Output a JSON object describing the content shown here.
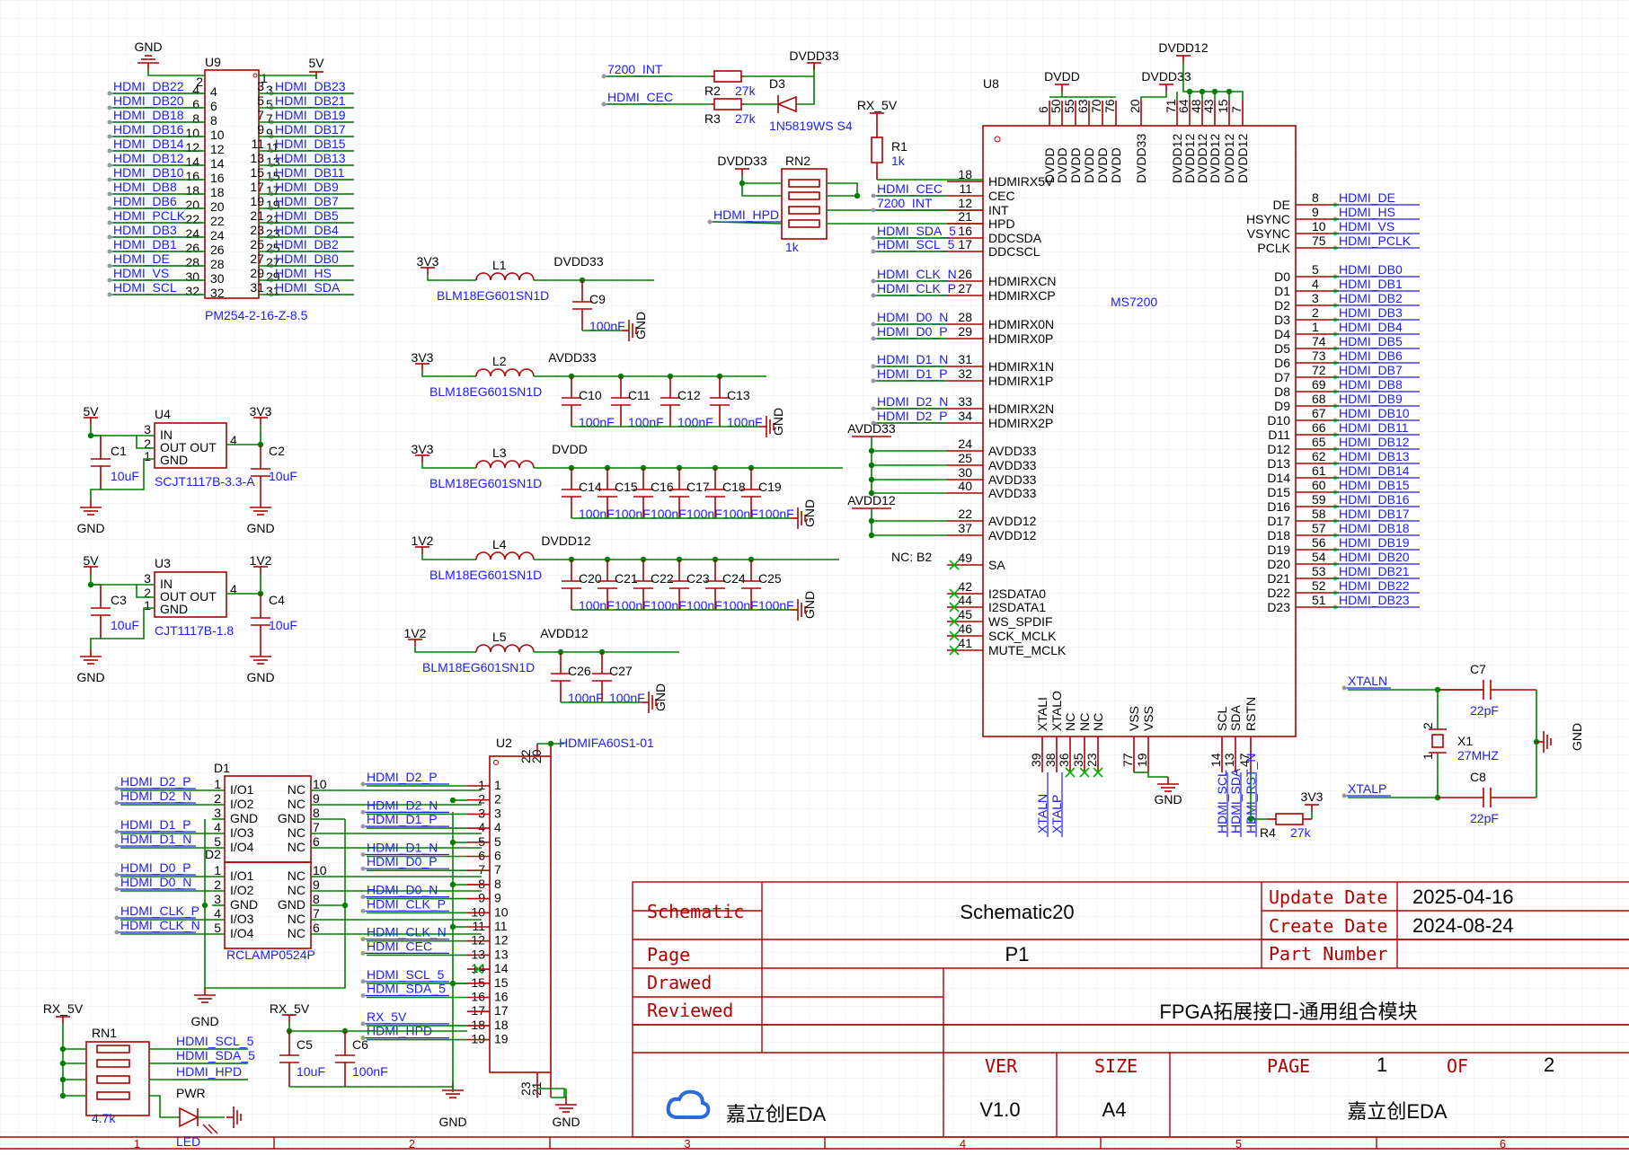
{
  "title_block": {
    "schematic_label": "Schematic",
    "schematic_name": "Schematic20",
    "page_label": "Page",
    "page_name": "P1",
    "drawed_label": "Drawed",
    "reviewed_label": "Reviewed",
    "update_date_label": "Update Date",
    "update_date": "2025-04-16",
    "create_date_label": "Create Date",
    "create_date": "2024-08-24",
    "part_number_label": "Part Number",
    "project_title": "FPGA拓展接口-通用组合模块",
    "ver_label": "VER",
    "ver": "V1.0",
    "size_label": "SIZE",
    "size": "A4",
    "page_num_label": "PAGE",
    "page_num": "1",
    "of_label": "OF",
    "of_num": "2",
    "logo_text": "嘉立创EDA",
    "company": "嘉立创EDA"
  },
  "border_columns": [
    "1",
    "2",
    "3",
    "4",
    "5",
    "6"
  ],
  "u9": {
    "ref": "U9",
    "part": "PM254-2-16-Z-8.5",
    "gnd": "GND",
    "vcc": "5V",
    "left_nets": [
      "HDMI_DB22",
      "HDMI_DB20",
      "HDMI_DB18",
      "HDMI_DB16",
      "HDMI_DB14",
      "HDMI_DB12",
      "HDMI_DB10",
      "HDMI_DB8",
      "HDMI_DB6",
      "HDMI_PCLK",
      "HDMI_DB3",
      "HDMI_DB1",
      "HDMI_DE",
      "HDMI_VS",
      "HDMI_SCL"
    ],
    "left_pins": [
      "4",
      "6",
      "8",
      "10",
      "12",
      "14",
      "16",
      "18",
      "20",
      "22",
      "24",
      "26",
      "28",
      "30",
      "32"
    ],
    "right_nets": [
      "HDMI_DB23",
      "HDMI_DB21",
      "HDMI_DB19",
      "HDMI_DB17",
      "HDMI_DB15",
      "HDMI_DB13",
      "HDMI_DB11",
      "HDMI_DB9",
      "HDMI_DB7",
      "HDMI_DB5",
      "HDMI_DB4",
      "HDMI_DB2",
      "HDMI_DB0",
      "HDMI_HS",
      "HDMI_SDA"
    ],
    "right_pins": [
      "3",
      "5",
      "7",
      "9",
      "11",
      "13",
      "15",
      "17",
      "19",
      "21",
      "23",
      "25",
      "27",
      "29",
      "31"
    ],
    "inner_left": [
      "2",
      "4",
      "6",
      "8",
      "10",
      "12",
      "14",
      "16",
      "18",
      "20",
      "22",
      "24",
      "26",
      "28",
      "30",
      "32"
    ],
    "inner_right": [
      "1",
      "3",
      "5",
      "7",
      "9",
      "11",
      "13",
      "15",
      "17",
      "19",
      "21",
      "23",
      "25",
      "27",
      "29",
      "31"
    ],
    "top_left_pin": "2",
    "top_right_pin": "1"
  },
  "regulators": [
    {
      "ref": "U4",
      "part": "SCJT1117B-3.3-A",
      "vin": "5V",
      "vout": "3V3",
      "cin": "C1",
      "cin_val": "10uF",
      "cout": "C2",
      "cout_val": "10uF",
      "gnd": "GND",
      "pins": [
        "IN",
        "OUT OUT",
        "GND"
      ],
      "pnum": [
        "3",
        "2",
        "1",
        "4"
      ]
    },
    {
      "ref": "U3",
      "part": "CJT1117B-1.8",
      "vin": "5V",
      "vout": "1V2",
      "cin": "C3",
      "cin_val": "10uF",
      "cout": "C4",
      "cout_val": "10uF",
      "gnd": "GND",
      "pins": [
        "IN",
        "OUT OUT",
        "GND"
      ],
      "pnum": [
        "3",
        "2",
        "1",
        "4"
      ]
    }
  ],
  "cec": {
    "net1": "7200_INT",
    "net2": "HDMI_CEC",
    "r2": "R2",
    "r2_val": "27k",
    "r3": "R3",
    "r3_val": "27k",
    "d3": "D3",
    "d3_part": "1N5819WS S4",
    "supply": "DVDD33"
  },
  "rn2": {
    "ref": "RN2",
    "val": "1k",
    "supply": "DVDD33",
    "net": "HDMI_HPD"
  },
  "r1": {
    "ref": "R1",
    "val": "1k",
    "supply": "RX_5V"
  },
  "filters": [
    {
      "in": "3V3",
      "ref": "L1",
      "out": "DVDD33",
      "part": "BLM18EG601SN1D",
      "caps": [
        {
          "ref": "C9",
          "val": "100nF"
        }
      ],
      "gnd": "GND"
    },
    {
      "in": "3V3",
      "ref": "L2",
      "out": "AVDD33",
      "part": "BLM18EG601SN1D",
      "caps": [
        {
          "ref": "C10",
          "val": "100nF"
        },
        {
          "ref": "C11",
          "val": "100nF"
        },
        {
          "ref": "C12",
          "val": "100nF"
        },
        {
          "ref": "C13",
          "val": "100nF"
        }
      ],
      "gnd": "GND"
    },
    {
      "in": "3V3",
      "ref": "L3",
      "out": "DVDD",
      "part": "BLM18EG601SN1D",
      "caps": [
        {
          "ref": "C14",
          "val": "100nF"
        },
        {
          "ref": "C15",
          "val": "100nF"
        },
        {
          "ref": "C16",
          "val": "100nF"
        },
        {
          "ref": "C17",
          "val": "100nF"
        },
        {
          "ref": "C18",
          "val": "100nF"
        },
        {
          "ref": "C19",
          "val": "100nF"
        }
      ],
      "gnd": "GND"
    },
    {
      "in": "1V2",
      "ref": "L4",
      "out": "DVDD12",
      "part": "BLM18EG601SN1D",
      "caps": [
        {
          "ref": "C20",
          "val": "100nF"
        },
        {
          "ref": "C21",
          "val": "100nF"
        },
        {
          "ref": "C22",
          "val": "100nF"
        },
        {
          "ref": "C23",
          "val": "100nF"
        },
        {
          "ref": "C24",
          "val": "100nF"
        },
        {
          "ref": "C25",
          "val": "100nF"
        }
      ],
      "gnd": "GND"
    },
    {
      "in": "1V2",
      "ref": "L5",
      "out": "AVDD12",
      "part": "BLM18EG601SN1D",
      "caps": [
        {
          "ref": "C26",
          "val": "100nF"
        },
        {
          "ref": "C27",
          "val": "100nF"
        }
      ],
      "gnd": "GND"
    }
  ],
  "u8": {
    "ref": "U8",
    "part": "MS7200",
    "top_pwr": [
      {
        "name": "DVDD",
        "pins": [
          "6",
          "50",
          "55",
          "63",
          "70",
          "76"
        ]
      },
      {
        "name": "DVDD33",
        "pins": [
          "20"
        ]
      },
      {
        "name": "DVDD12",
        "pins": [
          "71",
          "64",
          "48",
          "43",
          "15",
          "7"
        ]
      }
    ],
    "top_labels": [
      "DVDD",
      "DVDD",
      "DVDD",
      "DVDD",
      "DVDD",
      "DVDD",
      "DVDD33",
      "DVDD12",
      "DVDD12",
      "DVDD12",
      "DVDD12",
      "DVDD12",
      "DVDD12"
    ],
    "top_pins": [
      "6",
      "50",
      "55",
      "63",
      "70",
      "76",
      "20",
      "71",
      "64",
      "48",
      "43",
      "15",
      "7"
    ],
    "left": [
      {
        "net": "",
        "pin": "18",
        "name": "HDMIRX5V"
      },
      {
        "net": "HDMI_CEC",
        "pin": "11",
        "name": "CEC"
      },
      {
        "net": "7200_INT",
        "pin": "12",
        "name": "INT"
      },
      {
        "net": "",
        "pin": "21",
        "name": "HPD"
      },
      {
        "net": "HDMI_SDA_5",
        "pin": "16",
        "name": "DDCSDA"
      },
      {
        "net": "HDMI_SCL_5",
        "pin": "17",
        "name": "DDCSCL"
      },
      {
        "net": "HDMI_CLK_N",
        "pin": "26",
        "name": "HDMIRXCN"
      },
      {
        "net": "HDMI_CLK_P",
        "pin": "27",
        "name": "HDMIRXCP"
      },
      {
        "net": "HDMI_D0_N",
        "pin": "28",
        "name": "HDMIRX0N"
      },
      {
        "net": "HDMI_D0_P",
        "pin": "29",
        "name": "HDMIRX0P"
      },
      {
        "net": "HDMI_D1_N",
        "pin": "31",
        "name": "HDMIRX1N"
      },
      {
        "net": "HDMI_D1_P",
        "pin": "32",
        "name": "HDMIRX1P"
      },
      {
        "net": "HDMI_D2_N",
        "pin": "33",
        "name": "HDMIRX2N"
      },
      {
        "net": "HDMI_D2_P",
        "pin": "34",
        "name": "HDMIRX2P"
      },
      {
        "net": "",
        "pin": "24",
        "name": "AVDD33"
      },
      {
        "net": "",
        "pin": "25",
        "name": "AVDD33"
      },
      {
        "net": "",
        "pin": "30",
        "name": "AVDD33"
      },
      {
        "net": "",
        "pin": "40",
        "name": "AVDD33"
      },
      {
        "net": "",
        "pin": "22",
        "name": "AVDD12"
      },
      {
        "net": "",
        "pin": "37",
        "name": "AVDD12"
      },
      {
        "net": "",
        "pin": "49",
        "name": "SA"
      },
      {
        "net": "",
        "pin": "42",
        "name": "I2SDATA0"
      },
      {
        "net": "",
        "pin": "44",
        "name": "I2SDATA1"
      },
      {
        "net": "",
        "pin": "45",
        "name": "WS_SPDIF"
      },
      {
        "net": "",
        "pin": "46",
        "name": "SCK_MCLK"
      },
      {
        "net": "",
        "pin": "41",
        "name": "MUTE_MCLK"
      }
    ],
    "avdd33_label": "AVDD33",
    "avdd12_label": "AVDD12",
    "nc_note": "NC: B2",
    "right_ctrl": [
      {
        "name": "DE",
        "pin": "8",
        "net": "HDMI_DE"
      },
      {
        "name": "HSYNC",
        "pin": "9",
        "net": "HDMI_HS"
      },
      {
        "name": "VSYNC",
        "pin": "10",
        "net": "HDMI_VS"
      },
      {
        "name": "PCLK",
        "pin": "75",
        "net": "HDMI_PCLK"
      }
    ],
    "right_data_pins": [
      "5",
      "4",
      "3",
      "2",
      "1",
      "74",
      "73",
      "72",
      "69",
      "68",
      "67",
      "66",
      "65",
      "62",
      "61",
      "60",
      "59",
      "58",
      "57",
      "56",
      "54",
      "53",
      "52",
      "51"
    ],
    "bottom": [
      {
        "name": "XTALI",
        "pin": "39",
        "net": "XTALN"
      },
      {
        "name": "XTALO",
        "pin": "38",
        "net": "XTALP"
      },
      {
        "name": "NC",
        "pin": "36",
        "net": ""
      },
      {
        "name": "NC",
        "pin": "35",
        "net": ""
      },
      {
        "name": "NC",
        "pin": "23",
        "net": ""
      },
      {
        "name": "VSS",
        "pin": "77",
        "net": ""
      },
      {
        "name": "VSS",
        "pin": "19",
        "net": ""
      },
      {
        "name": "SCL",
        "pin": "14",
        "net": "HDMI_SCL"
      },
      {
        "name": "SDA",
        "pin": "13",
        "net": "HDMI_SDA"
      },
      {
        "name": "RSTN",
        "pin": "47",
        "net": "HDMI_RST_N"
      }
    ],
    "gnd": "GND",
    "supply_dvdd": "DVDD",
    "supply_dvdd33": "DVDD33",
    "supply_dvdd12": "DVDD12"
  },
  "crystal": {
    "xn": "XTALN",
    "xp": "XTALP",
    "c7": "C7",
    "c7_val": "22pF",
    "c8": "C8",
    "c8_val": "22pF",
    "x1": "X1",
    "x1_val": "27MHZ",
    "gnd": "GND",
    "pins": [
      "2",
      "1"
    ]
  },
  "r4": {
    "ref": "R4",
    "val": "27k",
    "supply": "3V3"
  },
  "d1": {
    "ref1": "D1",
    "ref2": "D2",
    "part": "RCLAMP0524P",
    "gnd": "GND",
    "a_nets": [
      "HDMI_D2_P",
      "HDMI_D2_N",
      "HDMI_D1_P",
      "HDMI_D1_N"
    ],
    "b_nets": [
      "HDMI_D0_P",
      "HDMI_D0_N",
      "HDMI_CLK_P",
      "HDMI_CLK_N"
    ],
    "left_pins": [
      "1",
      "2",
      "3",
      "4",
      "5"
    ],
    "right_pins": [
      "10",
      "9",
      "8",
      "7",
      "6"
    ],
    "names_l": [
      "I/O1",
      "I/O2",
      "GND",
      "I/O3",
      "I/O4"
    ],
    "names_r": [
      "NC",
      "NC",
      "GND",
      "NC",
      "NC"
    ]
  },
  "u2": {
    "ref": "U2",
    "part": "HDMIFA60S1-01",
    "nets": [
      "HDMI_D2_P",
      "",
      "HDMI_D2_N",
      "HDMI_D1_P",
      "",
      "HDMI_D1_N",
      "HDMI_D0_P",
      "",
      "HDMI_D0_N",
      "HDMI_CLK_P",
      "",
      "HDMI_CLK_N",
      "HDMI_CEC",
      "",
      "HDMI_SCL_5",
      "HDMI_SDA_5",
      "",
      "RX_5V",
      "HDMI_HPD"
    ],
    "pins": [
      "1",
      "2",
      "3",
      "4",
      "5",
      "6",
      "7",
      "8",
      "9",
      "10",
      "11",
      "12",
      "13",
      "14",
      "15",
      "16",
      "17",
      "18",
      "19"
    ],
    "top_pins": [
      "22",
      "20"
    ],
    "bot_pins": [
      "23",
      "21"
    ],
    "gnd": "GND"
  },
  "hpd_caps": {
    "supply": "RX_5V",
    "c5": "C5",
    "c5_val": "10uF",
    "c6": "C6",
    "c6_val": "100nF",
    "gnd": "GND",
    "net": "HDMI_HPD"
  },
  "rn1": {
    "ref": "RN1",
    "val": "4.7k",
    "supply": "RX_5V",
    "nets": [
      "HDMI_SCL_5",
      "HDMI_SDA_5",
      "HDMI_HPD"
    ],
    "led_ref": "PWR",
    "led_part": "LED"
  },
  "colors": {
    "wire": "#008000",
    "part": "#b00000",
    "net": "#1a1aff",
    "noconnect": "#00b000"
  }
}
